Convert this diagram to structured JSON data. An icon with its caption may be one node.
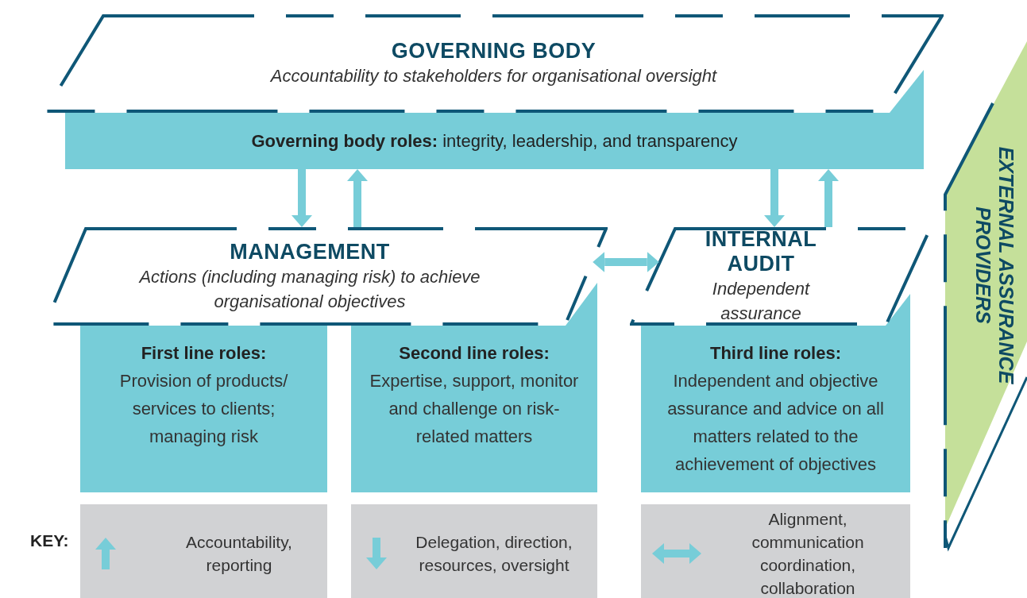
{
  "diagram": {
    "nodes": [
      {
        "text": [
          "GOVERNING BODY",
          "Accountability to stakeholders for organisational oversight"
        ]
      },
      {
        "text": [
          "**Governing body roles:** integrity, leadership, and transparency"
        ]
      },
      {
        "text": [
          "MANAGEMENT",
          "Actions (including managing risk) to achieve organisational objectives"
        ]
      },
      {
        "text": [
          "First line roles:",
          "Provision of products/ services to clients; managing risk"
        ]
      },
      {
        "text": [
          "Second line roles:",
          "Expertise, support, monitor and challenge on risk-related matters"
        ]
      },
      {
        "text": [
          "INTERNAL AUDIT",
          "Independent assurance"
        ]
      },
      {
        "text": [
          "Third line roles:",
          "Independent and objective assurance and advice on all matters related to the achievement of objectives"
        ]
      },
      {
        "text": [
          "EXTERNAL ASSURANCE PROVIDERS"
        ]
      }
    ],
    "edges": [
      {
        "from": 1,
        "to": 2,
        "arrow": "to"
      },
      {
        "from": 2,
        "to": 1,
        "arrow": "to"
      },
      {
        "from": 1,
        "to": 5,
        "arrow": "to"
      },
      {
        "from": 5,
        "to": 1,
        "arrow": "to"
      },
      {
        "from": 2,
        "to": 5,
        "arrow": "both"
      }
    ],
    "labels": [
      "KEY:"
    ],
    "legend": [
      {
        "text": "Accountability, reporting"
      },
      {
        "text": "Delegation, direction, resources, oversight"
      },
      {
        "text": "Alignment, communication coordination, collaboration"
      }
    ]
  }
}
